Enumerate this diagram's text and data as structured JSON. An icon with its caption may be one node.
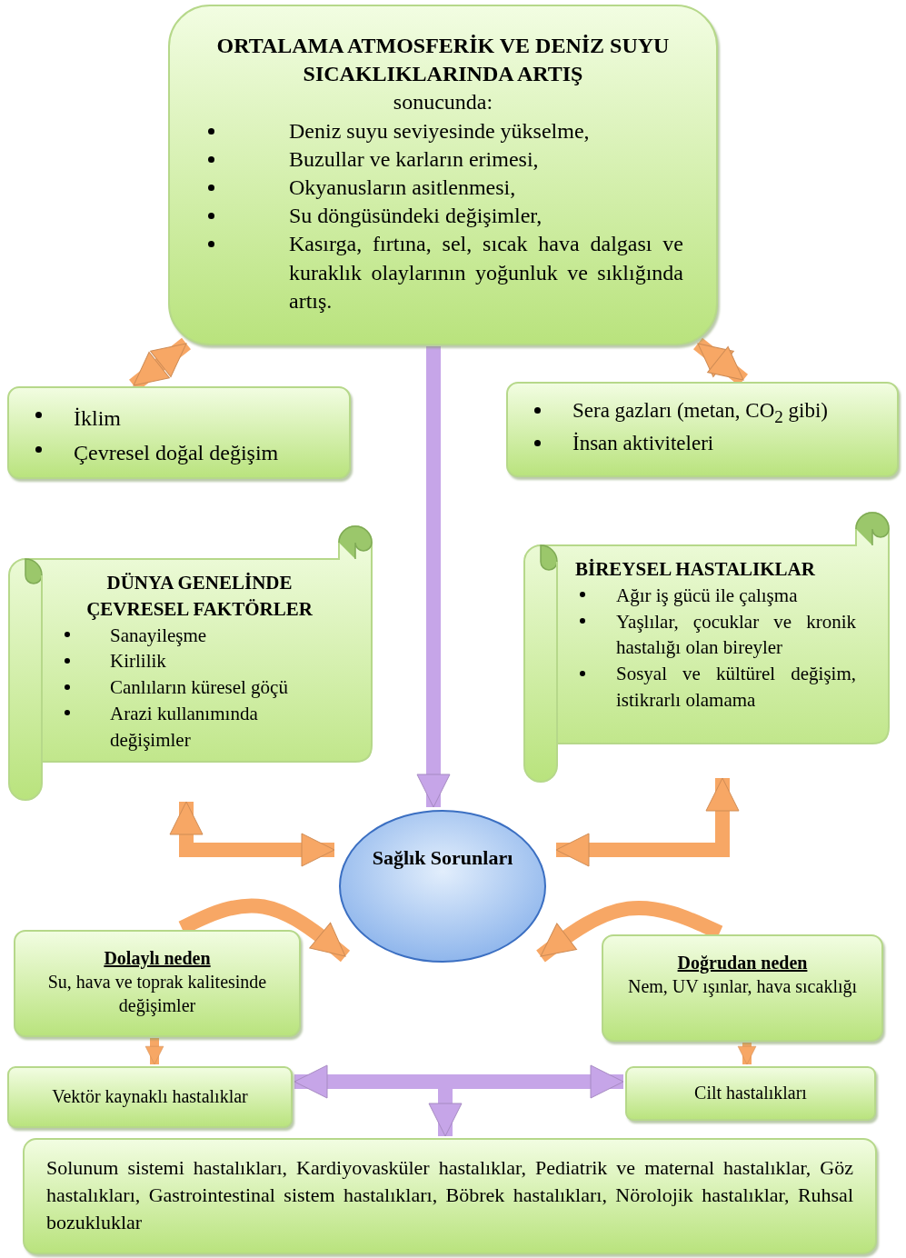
{
  "diagram": {
    "nodes": [
      {
        "text": [
          "ORTALAMA ATMOSFERİK VE DENİZ SUYU SICAKLIKLARINDA ARTIŞ",
          "sonucunda:",
          "Deniz suyu seviyesinde yükselme,",
          "Buzullar ve karların erimesi,",
          "Okyanusların asitlenmesi,",
          "Su döngüsündeki değişimler,",
          "Kasırga, fırtına, sel, sıcak hava dalgası ve kuraklık olaylarının yoğunluk ve sıklığında artış."
        ]
      },
      {
        "text": [
          "İklim",
          "Çevresel doğal değişim"
        ]
      },
      {
        "text": [
          "Sera gazları (metan, CO$_{2}$ gibi)",
          "İnsan aktiviteleri"
        ]
      },
      {
        "text": [
          "DÜNYA GENELİNDE ÇEVRESEL FAKTÖRLER",
          "Sanayileşme",
          "Kirlilik",
          "Canlıların küresel göçü",
          "Arazi kullanımında değişimler"
        ]
      },
      {
        "text": [
          "BİREYSEL HASTALIKLAR",
          "Ağır iş gücü ile çalışma",
          "Yaşlılar, çocuklar ve kronik hastalığı olan bireyler",
          "Sosyal ve kültürel değişim, istikrarlı olamama"
        ]
      },
      {
        "text": [
          "Sağlık Sorunları"
        ]
      },
      {
        "text": [
          "Dolaylı neden",
          "Su, hava ve toprak kalitesinde değişimler"
        ]
      },
      {
        "text": [
          "Doğrudan neden",
          "Nem, UV ışınlar, hava sıcaklığı"
        ]
      },
      {
        "text": [
          "Vektör kaynaklı hastalıklar"
        ]
      },
      {
        "text": [
          "Cilt hastalıkları"
        ]
      },
      {
        "text": [
          "Solunum sistemi hastalıkları, Kardiyovasküler hastalıklar, Pediatrik ve maternal hastalıklar, Göz hastalıkları, Gastrointestinal sistem hastalıkları, Böbrek hastalıkları, Nörolojik hastalıklar, Ruhsal bozukluklar"
        ]
      }
    ],
    "edges": [
      {
        "from": 0,
        "to": 1,
        "arrow": "both"
      },
      {
        "from": 0,
        "to": 2,
        "arrow": "both"
      },
      {
        "from": 0,
        "to": 5,
        "arrow": "to",
        "color": "#c6a5e8"
      },
      {
        "from": 3,
        "to": 5,
        "arrow": "both"
      },
      {
        "from": 4,
        "to": 5,
        "arrow": "both"
      },
      {
        "from": 6,
        "to": 5,
        "arrow": "to"
      },
      {
        "from": 7,
        "to": 5,
        "arrow": "to"
      },
      {
        "from": 6,
        "to": 8,
        "arrow": "to"
      },
      {
        "from": 7,
        "to": 9,
        "arrow": "to"
      },
      {
        "from": null,
        "to": 8,
        "arrow": "to",
        "color": "#c6a5e8"
      },
      {
        "from": null,
        "to": 9,
        "arrow": "to",
        "color": "#c6a5e8"
      },
      {
        "from": null,
        "to": 10,
        "arrow": "to",
        "color": "#c6a5e8"
      }
    ]
  }
}
